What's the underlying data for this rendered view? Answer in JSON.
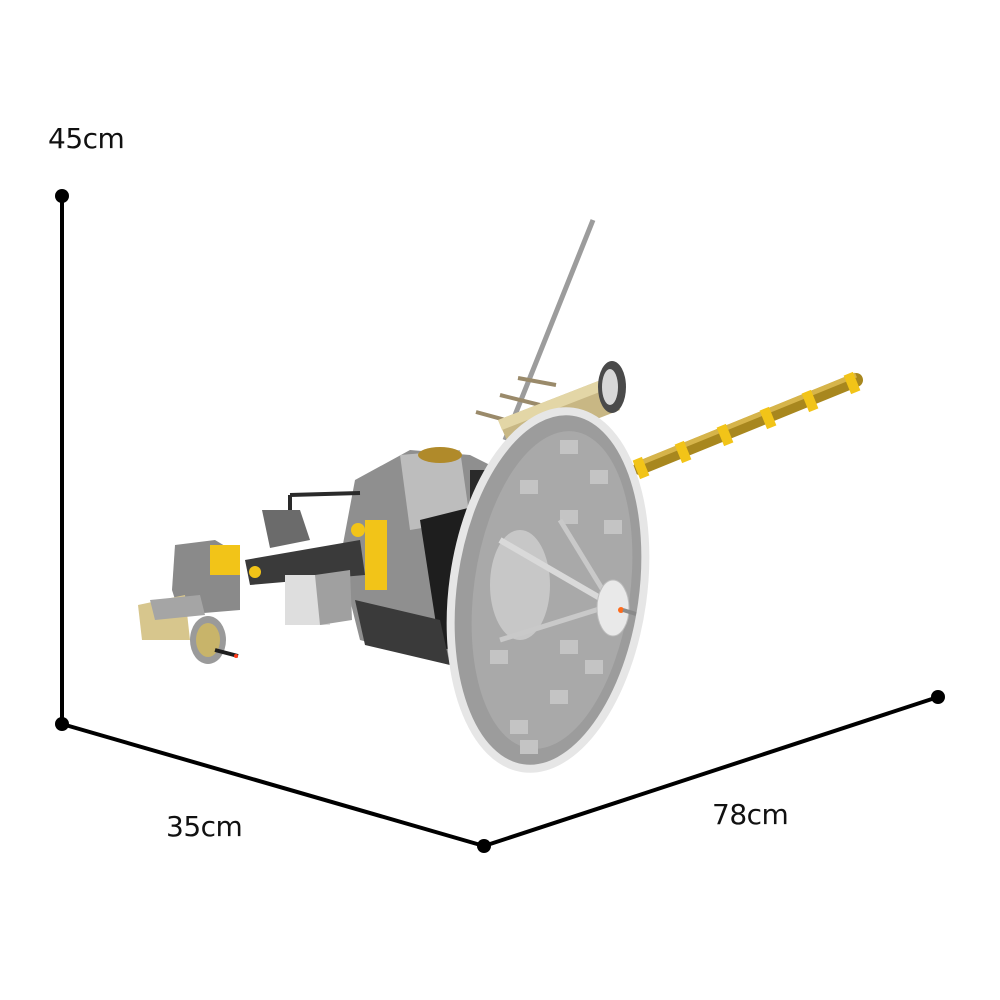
{
  "product": {
    "subject": "spacecraft brick model",
    "colors": {
      "line": "#000000",
      "dish_light": "#b9b9b9",
      "dish_mid": "#9a9a9a",
      "dish_dark": "#6f6f6f",
      "body_dark": "#2a2a2a",
      "gold": "#c9a227",
      "tan": "#c8b784",
      "yellow": "#f2c418",
      "orange": "#ff6a1a"
    }
  },
  "dimensions": {
    "height": {
      "label": "45cm"
    },
    "depth": {
      "label": "35cm"
    },
    "width": {
      "label": "78cm"
    }
  }
}
